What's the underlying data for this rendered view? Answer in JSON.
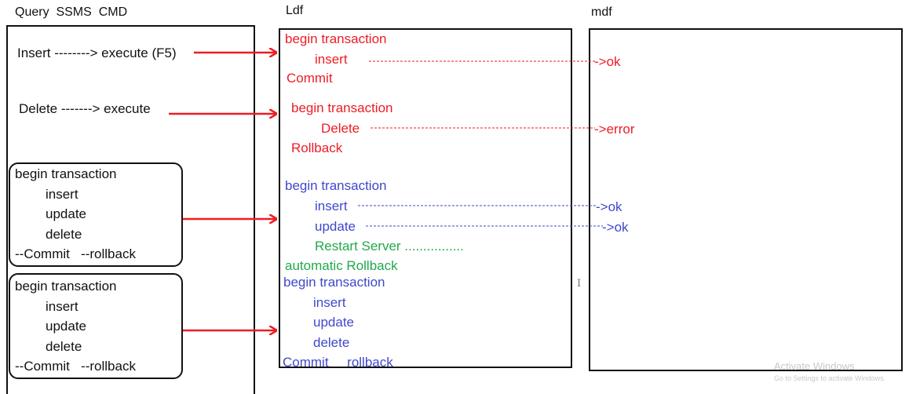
{
  "headers": {
    "left": "Query  SSMS  CMD",
    "ldf": "Ldf",
    "mdf": "mdf"
  },
  "left": {
    "insert_cmd": "Insert --------> execute (F5)",
    "delete_cmd": "Delete -------> execute",
    "block1": [
      "begin transaction",
      "insert",
      "update",
      "delete",
      "--Commit   --rollback"
    ],
    "block2": [
      "begin transaction",
      "insert",
      "update",
      "delete",
      "--Commit   --rollback"
    ]
  },
  "ldf": {
    "s1": {
      "begin": "begin transaction",
      "insert": "insert",
      "commit": "Commit"
    },
    "s2": {
      "begin": "begin transaction",
      "delete": "Delete",
      "rollback": "Rollback"
    },
    "s3": {
      "begin": "begin transaction",
      "insert": "insert",
      "update": "update",
      "restart": "Restart Server ................",
      "auto_rollback": "automatic Rollback"
    },
    "s4": {
      "begin": "begin transaction",
      "insert": "insert",
      "update": "update",
      "delete": "delete",
      "commit_rollback": "Commit     rollback"
    }
  },
  "results": {
    "insert": "->ok",
    "delete": "->error",
    "insert3": "->ok",
    "update3": "->ok"
  },
  "watermark": {
    "title": "Activate Windows",
    "subtitle": "Go to Settings to activate Windows."
  },
  "colors": {
    "red": "#ee1c25",
    "blue": "#3f48cc",
    "green": "#22a84b",
    "border": "#111111"
  }
}
